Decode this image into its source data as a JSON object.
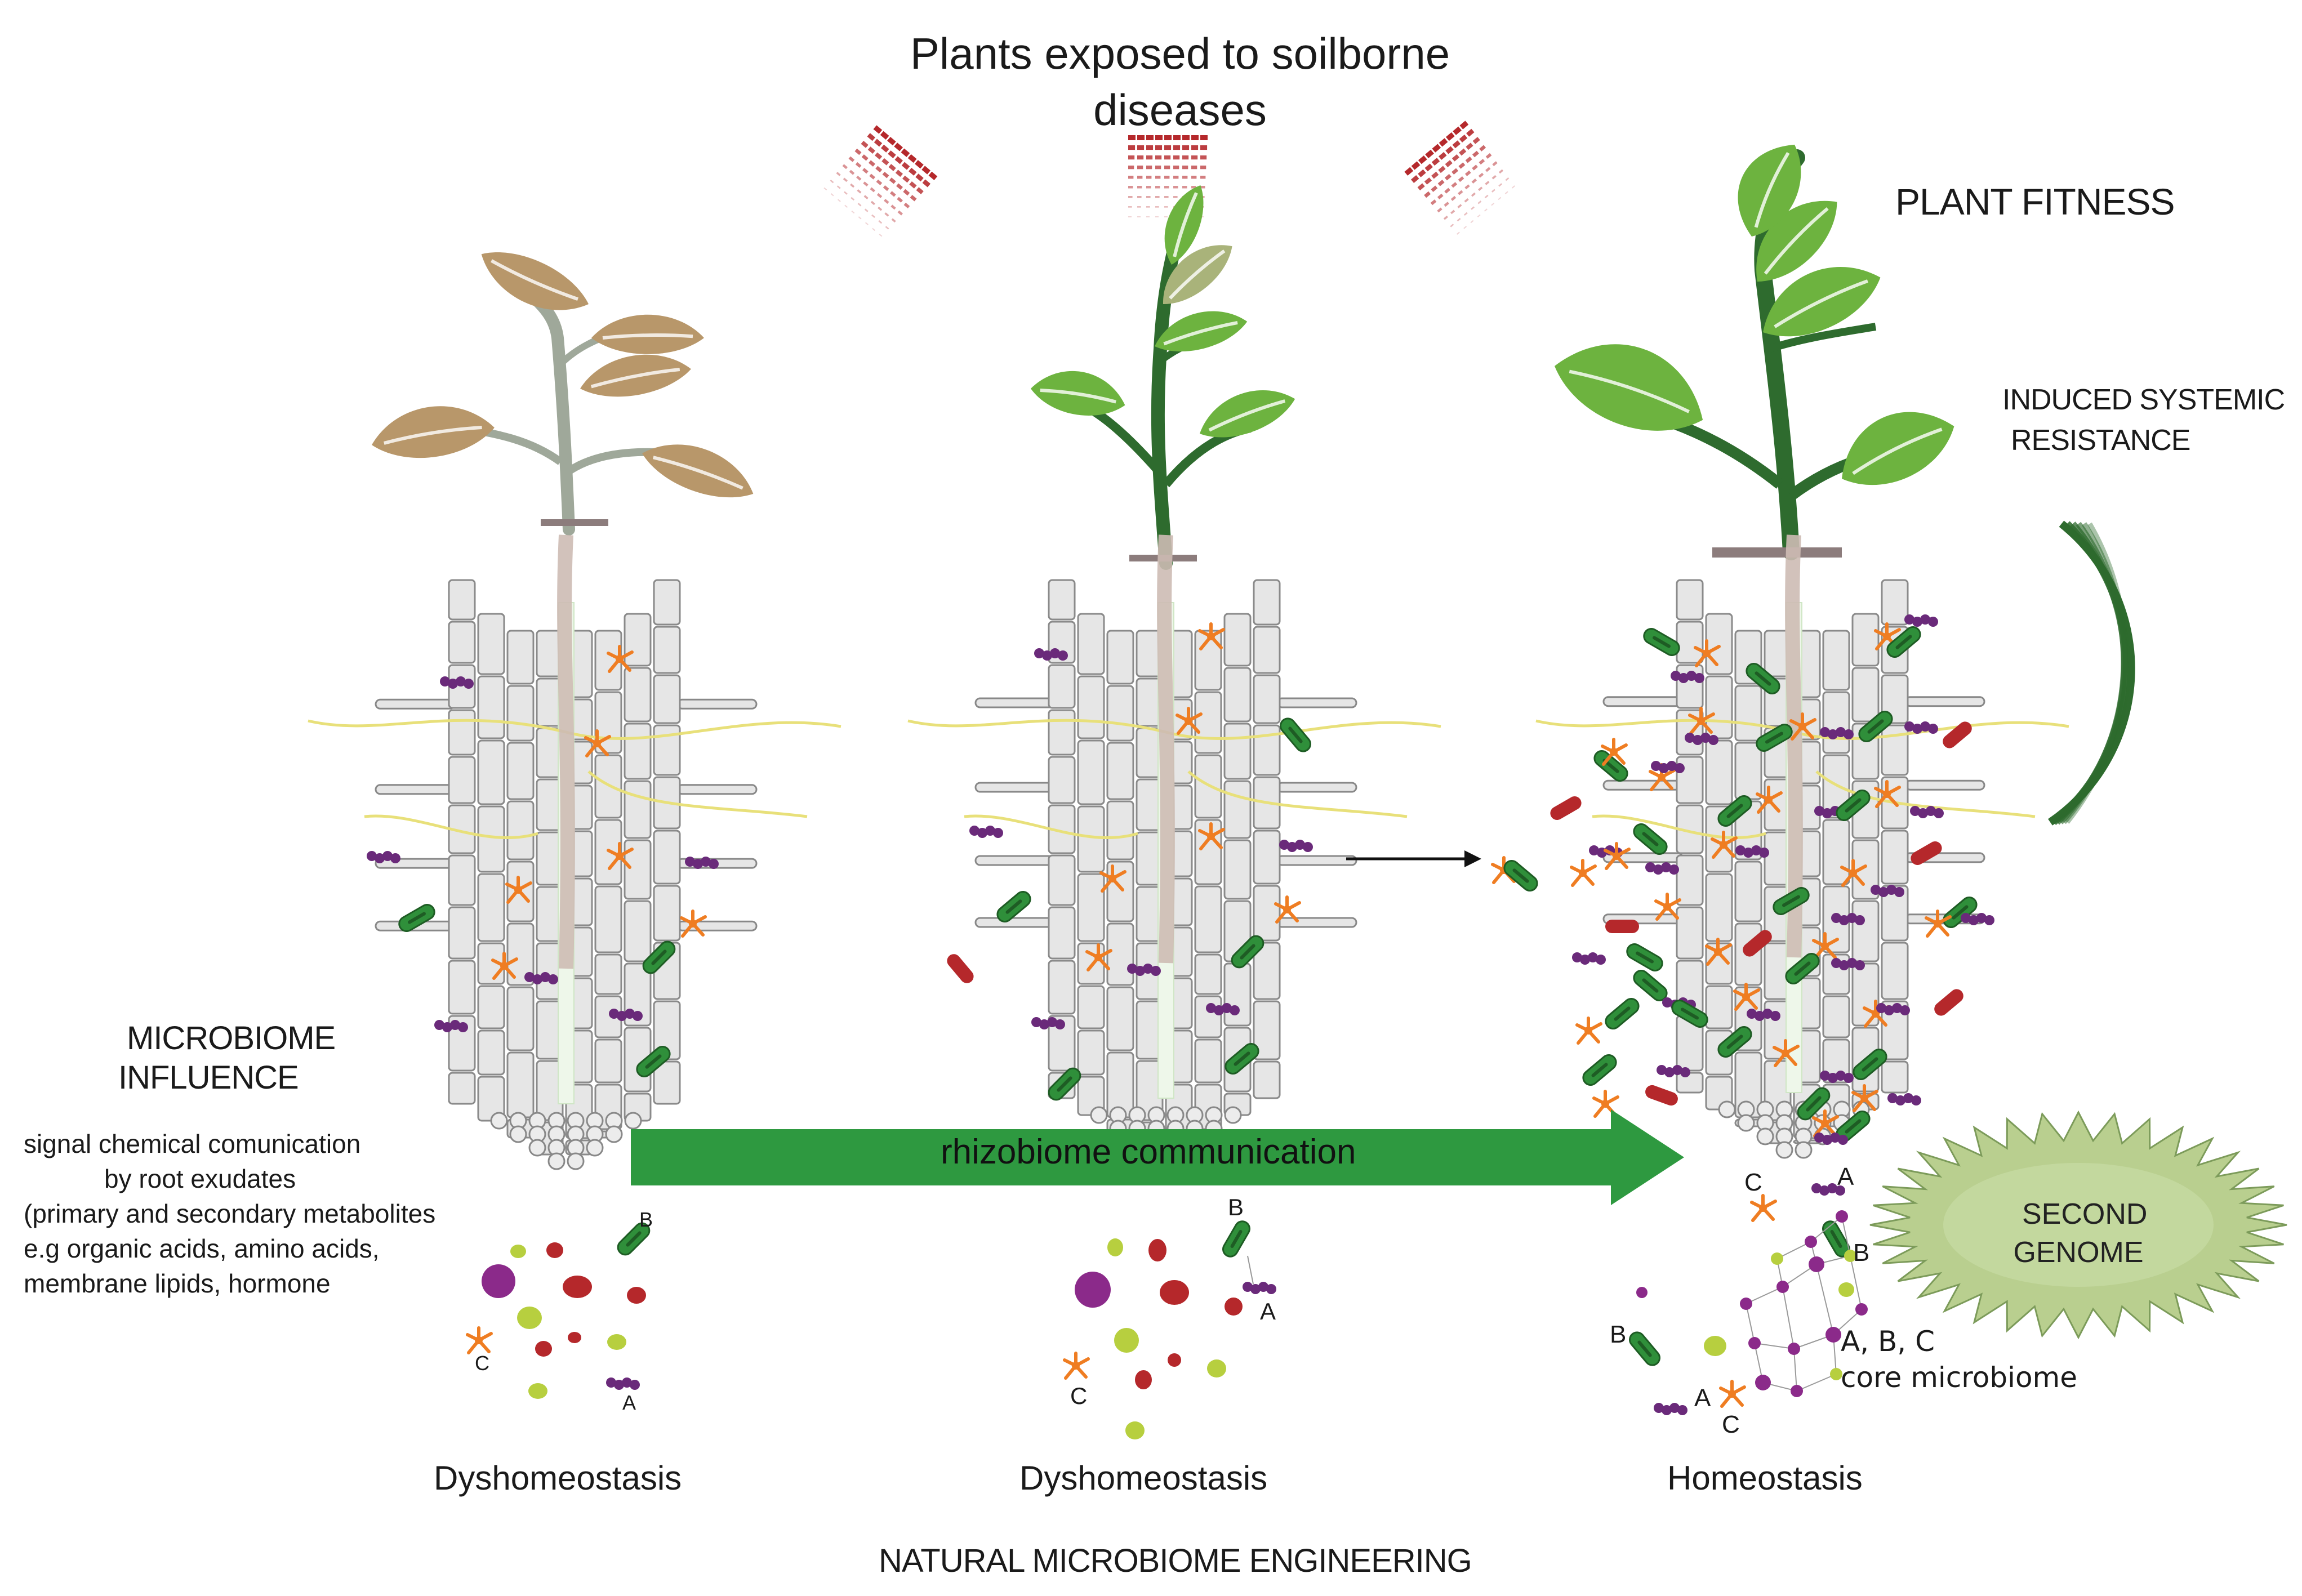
{
  "title": "Plants exposed to soilborne diseases",
  "plant_fitness": "PLANT FITNESS",
  "induced_resistance": [
    "INDUCED SYSTEMIC",
    "RESISTANCE"
  ],
  "microbiome_influence": [
    "MICROBIOME",
    "INFLUENCE"
  ],
  "exudates_text": [
    "signal chemical comunication",
    "by root exudates",
    "(primary and secondary metabolites",
    "e.g organic acids, amino acids,",
    "membrane lipids, hormone"
  ],
  "arrow_label": "rhizobiome communication",
  "second_genome": [
    "SECOND",
    "GENOME"
  ],
  "core_microbiome": [
    "A, B, C",
    "core microbiome"
  ],
  "panels": [
    {
      "state": "Dyshomeostasis"
    },
    {
      "state": "Dyshomeostasis"
    },
    {
      "state": "Homeostasis"
    }
  ],
  "footer": "NATURAL MICROBIOME ENGINEERING",
  "microbe_labels": {
    "a": "A",
    "b": "B",
    "c": "C"
  },
  "colors": {
    "healthy_leaf": "#6db33f",
    "dark_stem": "#2e6b2e",
    "diseased_leaf": "#b8976a",
    "arrow_green": "#2e9940",
    "genome_fill": "#b9cf8f",
    "pathogen_red": "#b5282b",
    "root_cell": "#e6e6e6",
    "exudate_yellow": "#e8e07a",
    "bacteria_purple": "#6a2a7a",
    "fungus_orange": "#ef7d22"
  }
}
